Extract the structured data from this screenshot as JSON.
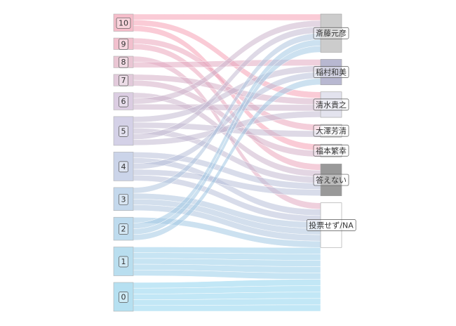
{
  "chart_data": {
    "type": "alluvial",
    "left_axis": {
      "strata": [
        {
          "label": "10",
          "count": 3,
          "color": "#f2a7b8"
        },
        {
          "label": "9",
          "count": 2,
          "color": "#edabbd"
        },
        {
          "label": "8",
          "count": 2,
          "color": "#e3b3c6"
        },
        {
          "label": "7",
          "count": 2,
          "color": "#d8b8cf"
        },
        {
          "label": "6",
          "count": 3,
          "color": "#cfbcd8"
        },
        {
          "label": "5",
          "count": 5,
          "color": "#c5c2df"
        },
        {
          "label": "4",
          "count": 5,
          "color": "#b9c6e2"
        },
        {
          "label": "3",
          "count": 4,
          "color": "#b0cbe6"
        },
        {
          "label": "2",
          "count": 4,
          "color": "#a8cfe8"
        },
        {
          "label": "1",
          "count": 5,
          "color": "#a1d3ea"
        },
        {
          "label": "0",
          "count": 5,
          "color": "#9dd6ec"
        }
      ]
    },
    "right_axis": {
      "strata": [
        {
          "label": "斎藤元彦",
          "count": 6,
          "color": "#cccccc"
        },
        {
          "label": "稲村和美",
          "count": 4,
          "color": "#b8b8d1"
        },
        {
          "label": "清水貴之",
          "count": 4,
          "color": "#e3e3ee"
        },
        {
          "label": "大澤芳清",
          "count": 2,
          "color": "#f6f6f8"
        },
        {
          "label": "福本繁幸",
          "count": 2,
          "color": "#f6f6f8"
        },
        {
          "label": "答えない",
          "count": 5,
          "color": "#999999"
        },
        {
          "label": "投票せず/NA",
          "count": 7,
          "color": "#ffffff"
        }
      ]
    },
    "flow_color_gradient": [
      "#f5a0b5",
      "#8fd3ef"
    ],
    "flows": []
  }
}
